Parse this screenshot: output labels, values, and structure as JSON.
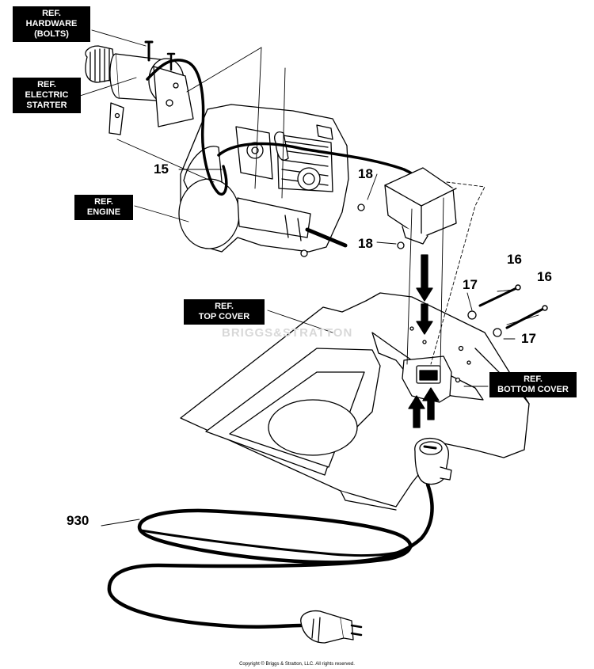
{
  "refs": {
    "hardware": [
      "REF.",
      "HARDWARE",
      "(BOLTS)"
    ],
    "starter": [
      "REF.",
      "ELECTRIC",
      "STARTER"
    ],
    "engine": [
      "REF.",
      "ENGINE"
    ],
    "top_cover": [
      "REF.",
      "TOP COVER"
    ],
    "bottom_cover": [
      "REF.",
      "BOTTOM COVER"
    ]
  },
  "parts": {
    "p15": "15",
    "p18a": "18",
    "p18b": "18",
    "p16a": "16",
    "p16b": "16",
    "p17a": "17",
    "p17b": "17",
    "p930": "930"
  },
  "watermark": "BRIGGS&STRATTON",
  "copyright": "Copyright © Briggs & Stratton, LLC. All rights reserved."
}
